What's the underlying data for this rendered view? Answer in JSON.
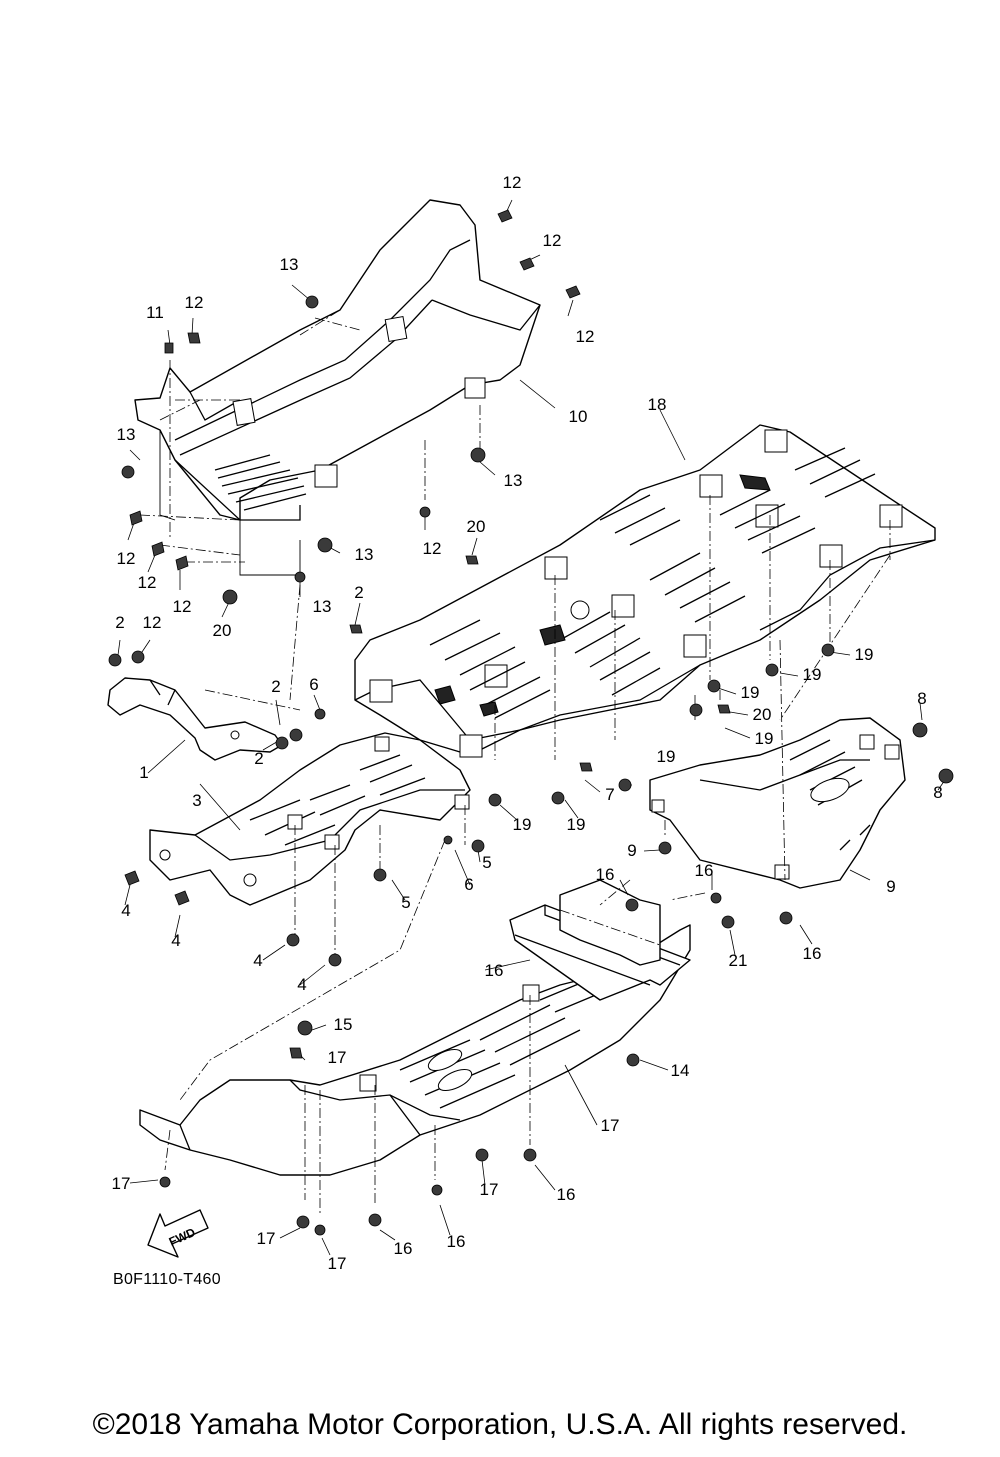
{
  "diagram": {
    "callouts": [
      "12",
      "12",
      "12",
      "13",
      "11",
      "12",
      "10",
      "13",
      "18",
      "13",
      "12",
      "12",
      "13",
      "12",
      "12",
      "13",
      "20",
      "20",
      "2",
      "2",
      "12",
      "2",
      "6",
      "2",
      "1",
      "3",
      "4",
      "4",
      "4",
      "4",
      "5",
      "5",
      "6",
      "19",
      "19",
      "19",
      "20",
      "19",
      "19",
      "19",
      "19",
      "8",
      "8",
      "7",
      "9",
      "9",
      "16",
      "16",
      "16",
      "21",
      "16",
      "15",
      "17",
      "14",
      "17",
      "17",
      "16",
      "17",
      "17",
      "16",
      "16"
    ],
    "fwd_label": "FWD",
    "drawing_code": "B0F1110-T460"
  },
  "footer": {
    "copyright": "©2018 Yamaha Motor Corporation, U.S.A. All rights reserved."
  }
}
